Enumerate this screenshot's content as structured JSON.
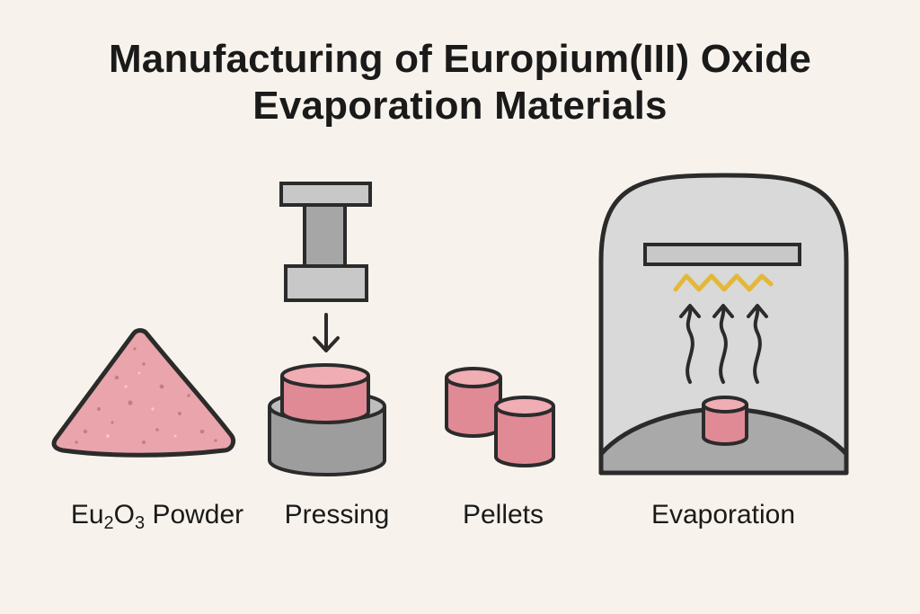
{
  "title": {
    "line1": "Manufacturing of Europium(III) Oxide",
    "line2": "Evaporation Materials"
  },
  "steps": [
    {
      "label_main": "Eu",
      "label_sub1": "2",
      "label_mid": "O",
      "label_sub2": "3",
      "label_tail": " Powder"
    },
    {
      "label": "Pressing"
    },
    {
      "label": "Pellets"
    },
    {
      "label": "Evaporation"
    }
  ],
  "colors": {
    "background": "#f7f3ec",
    "pink": "#e79aa3",
    "pink_light": "#f2b7bd",
    "gray_dark": "#9a9a9a",
    "gray": "#c8c8c8",
    "gray_light": "#d9d9d9",
    "outline": "#2b2b2b",
    "heater": "#e3b83a"
  },
  "icons": [
    "powder-pile-icon",
    "press-icon",
    "pellets-icon",
    "evaporation-chamber-icon"
  ]
}
